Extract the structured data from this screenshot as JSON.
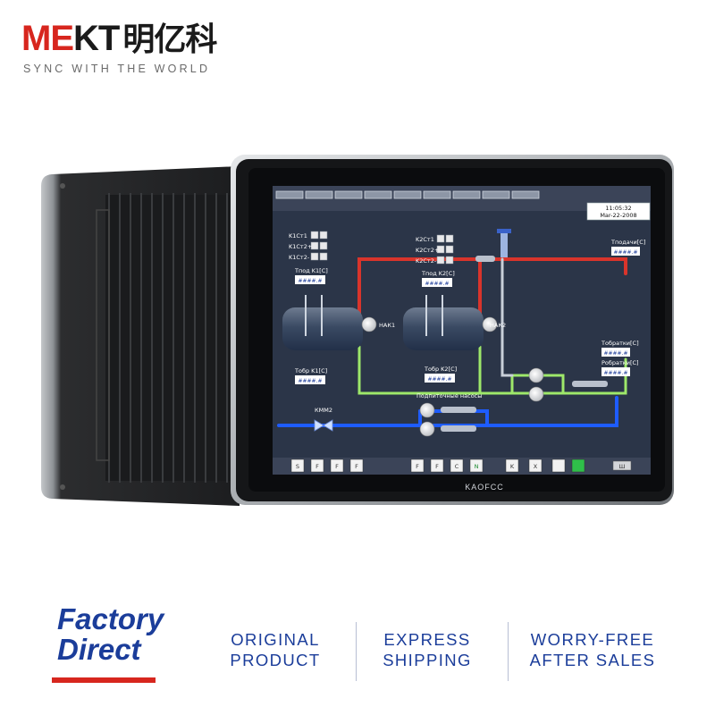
{
  "brand": {
    "name_red": "ME",
    "name_dark": "KT",
    "name_cn": "明亿科",
    "tagline": "SYNC WITH THE WORLD"
  },
  "device": {
    "logo": "KAOFCC"
  },
  "hmi": {
    "clock_time": "11:05:32",
    "clock_date": "Mar-22-2008",
    "labels": {
      "k1c1": "K1Cт1",
      "k1c2p": "K1Cт2+",
      "k1c2m": "K1Cт2-",
      "k2c1": "K2Cт1",
      "k2c2p": "K2Cт2+",
      "k2c2m": "K2Cт2-",
      "tpod1": "Тпод K1[C]",
      "tpod2": "Тпод K2[C]",
      "tobr1": "Тобр K1[C]",
      "tobr2": "Тобр K2[C]",
      "hak1": "НАК1",
      "hak2": "НАК2",
      "tpodachi": "Тподачи[C]",
      "tobratki": "Тобратки[C]",
      "robratki": "Робратки[C]",
      "pumps": "Подпиточные насосы",
      "kmm2": "КММ2"
    },
    "readout": "####.#",
    "top_buttons_count": 9,
    "bottom_buttons": [
      "S",
      "F",
      "F",
      "F",
      "F",
      "F",
      "C",
      "N",
      "K",
      "X",
      "",
      "",
      "Ш"
    ]
  },
  "footer": {
    "factory": "Factory",
    "direct": "Direct",
    "features": [
      {
        "line1": "ORIGINAL",
        "line2": "PRODUCT"
      },
      {
        "line1": "EXPRESS",
        "line2": "SHIPPING"
      },
      {
        "line1": "WORRY-FREE",
        "line2": "AFTER SALES"
      }
    ]
  },
  "colors": {
    "brand_red": "#d7261e",
    "brand_blue": "#1b3d9a",
    "hmi_bg": "#2b3548",
    "pipe_red": "#d9342b",
    "pipe_green": "#9ee86a",
    "pipe_blue": "#1e5cff"
  }
}
